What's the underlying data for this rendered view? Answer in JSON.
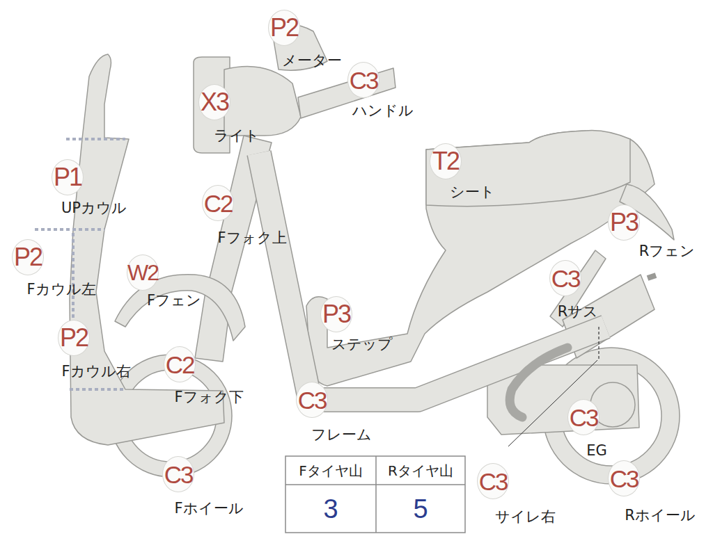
{
  "diagram": {
    "nodes": [
      {
        "text": [
          "P2",
          "メーター"
        ]
      },
      {
        "text": [
          "C3",
          "ハンドル"
        ]
      },
      {
        "text": [
          "X3",
          "ライト"
        ]
      },
      {
        "text": [
          "T2",
          "シート"
        ]
      },
      {
        "text": [
          "P1",
          "UPカウル"
        ]
      },
      {
        "text": [
          "C2",
          "Fフォク上"
        ]
      },
      {
        "text": [
          "P3",
          "Rフェン"
        ]
      },
      {
        "text": [
          "P2",
          "Fカウル左"
        ]
      },
      {
        "text": [
          "W2",
          "Fフェン"
        ]
      },
      {
        "text": [
          "C3",
          "Rサス"
        ]
      },
      {
        "text": [
          "P3",
          "ステップ"
        ]
      },
      {
        "text": [
          "P2",
          "Fカウル右"
        ]
      },
      {
        "text": [
          "C2",
          "Fフォク下"
        ]
      },
      {
        "text": [
          "C3",
          "フレーム"
        ]
      },
      {
        "text": [
          "C3",
          "EG"
        ]
      },
      {
        "text": [
          "C3",
          "Fホイール"
        ]
      },
      {
        "text": [
          "C3",
          "サイレ右"
        ]
      },
      {
        "text": [
          "C3",
          "Rホイール"
        ]
      }
    ],
    "labels": [
      "Fタイヤ山",
      "Rタイヤ山",
      "3",
      "5"
    ]
  }
}
